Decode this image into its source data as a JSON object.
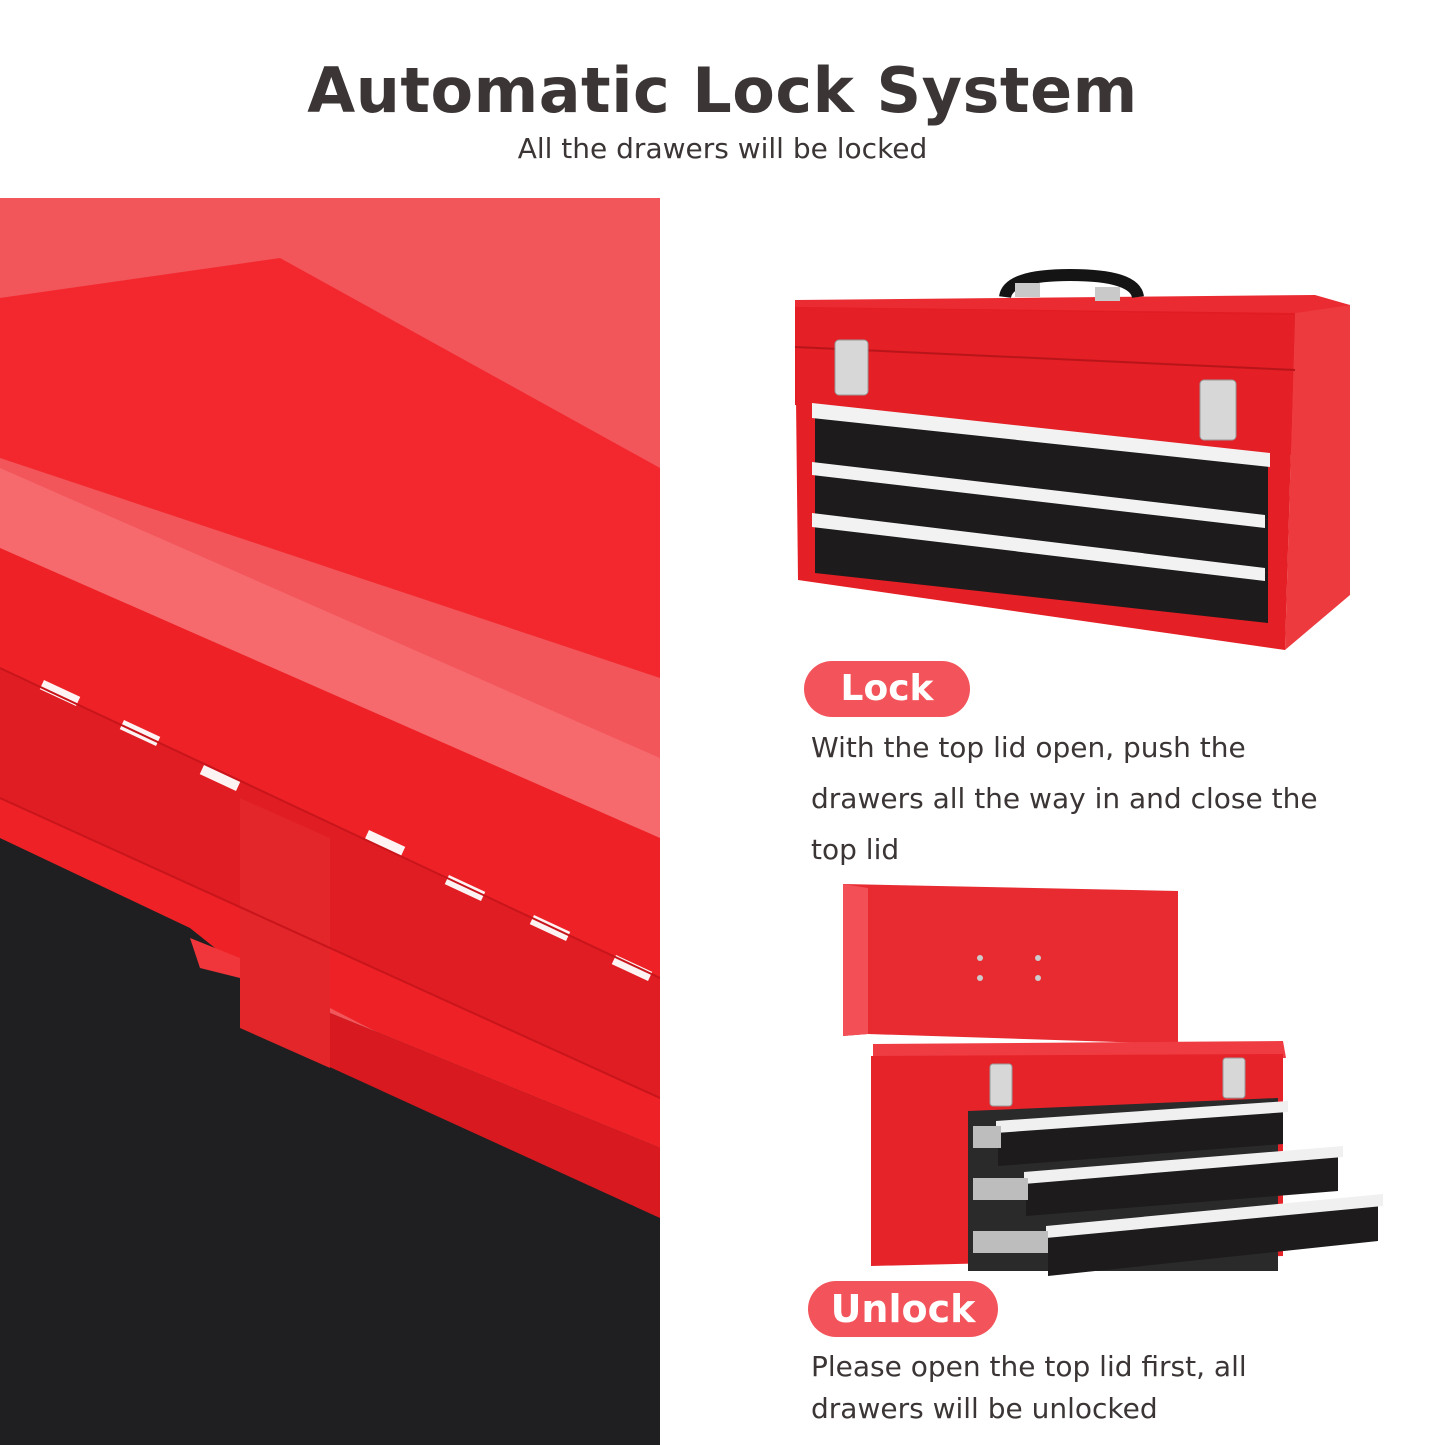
{
  "header": {
    "title": "Automatic Lock System",
    "subtitle": "All the drawers will be locked"
  },
  "closeup": {
    "icon": "hinge-lock-closeup-image",
    "colors": {
      "red": "#f0262c",
      "light_red": "#f35a5e",
      "black": "#1f1f21"
    }
  },
  "lock_section": {
    "badge": "Lock",
    "description": "With the top lid open, push the drawers all the way in and close the top lid",
    "image": "toolbox-closed-image"
  },
  "unlock_section": {
    "badge": "Unlock",
    "description": "Please open the top lid first, all drawers will be unlocked",
    "image": "toolbox-open-image"
  },
  "colors": {
    "accent": "#f3535a",
    "text": "#3b3535",
    "toolbox_red": "#e01b22",
    "drawer_black": "#1d1b1c"
  }
}
